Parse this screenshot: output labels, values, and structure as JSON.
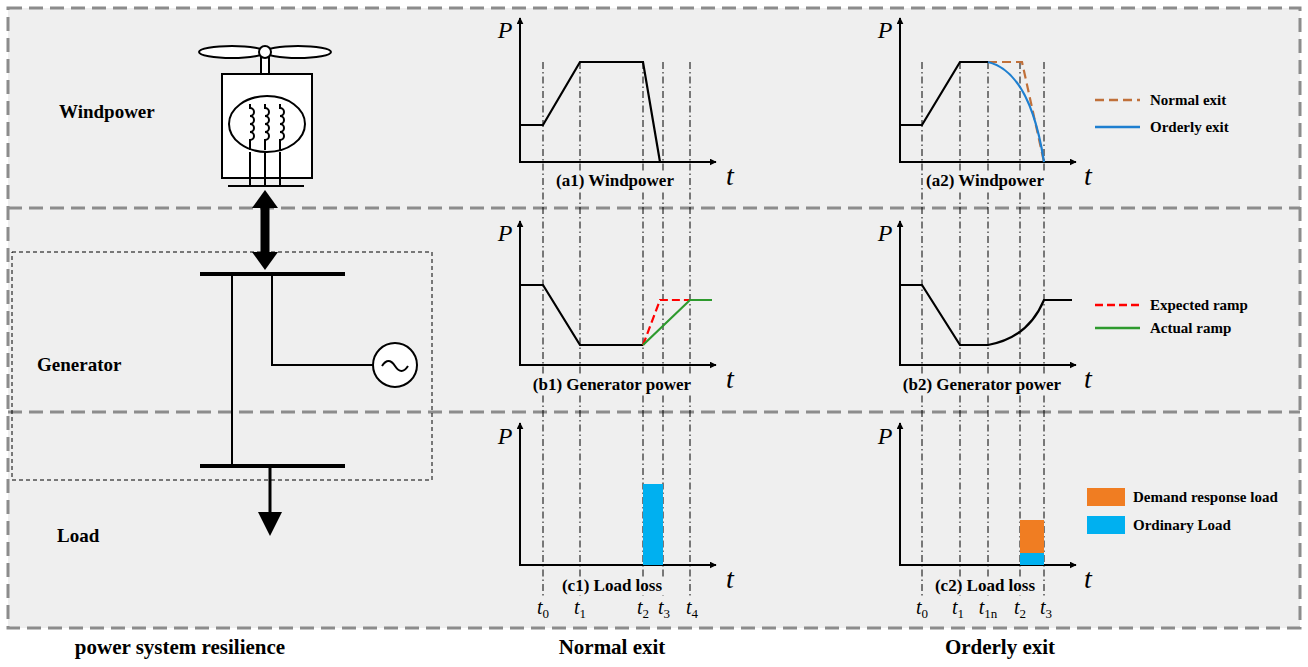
{
  "diagram": {
    "labels": [
      "Windpower",
      "Generator",
      "Load",
      "power system resilience",
      "Normal exit",
      "Orderly exit",
      "P",
      "t",
      "(a1) Windpower",
      "P",
      "t",
      "(a2) Windpower",
      "P",
      "t",
      "(b1) Generator power",
      "P",
      "t",
      "(b2) Generator power",
      "P",
      "t",
      "(c1) Load loss",
      "P",
      "t",
      "(c2) Load loss",
      "t0",
      "t1",
      "t2",
      "t3",
      "t4",
      "t0",
      "t1",
      "t1n",
      "t2",
      "t3"
    ],
    "legend": [
      {
        "text": "Normal exit"
      },
      {
        "text": "Orderly exit"
      },
      {
        "text": "Expected ramp"
      },
      {
        "text": "Actual ramp"
      },
      {
        "text": "Demand response load",
        "color": "#F07D22"
      },
      {
        "text": "Ordinary Load",
        "color": "#00B0F0"
      }
    ]
  }
}
